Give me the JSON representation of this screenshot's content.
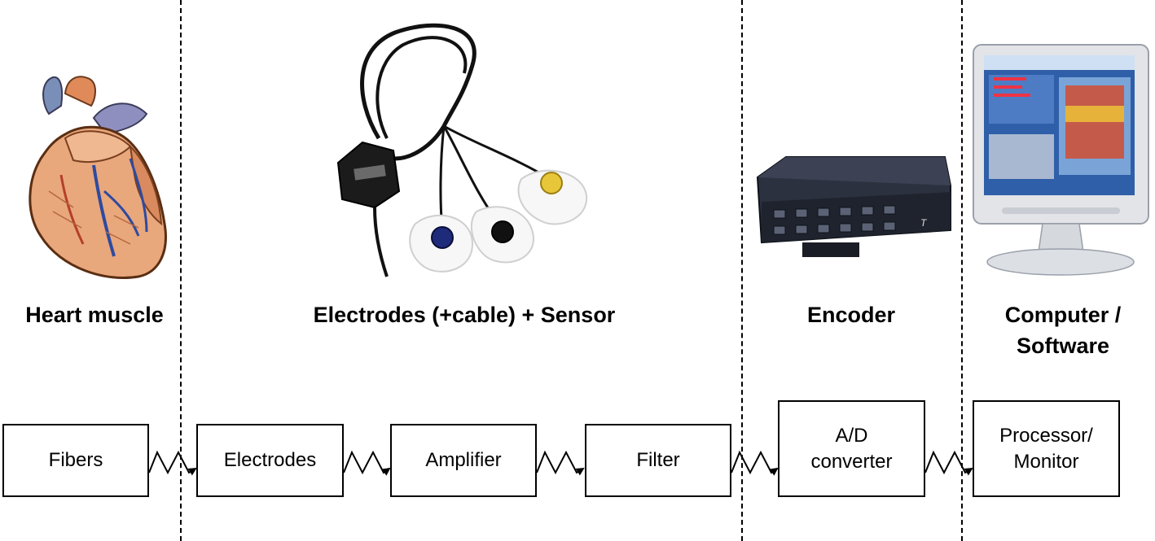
{
  "sections": [
    {
      "label": "Heart muscle"
    },
    {
      "label": "Electrodes (+cable) + Sensor"
    },
    {
      "label": "Encoder"
    },
    {
      "label_line1": "Computer /",
      "label_line2": "Software"
    }
  ],
  "blocks": [
    {
      "line1": "Fibers"
    },
    {
      "line1": "Electrodes"
    },
    {
      "line1": "Amplifier"
    },
    {
      "line1": "Filter"
    },
    {
      "line1": "A/D",
      "line2": "converter"
    },
    {
      "line1": "Processor/",
      "line2": "Monitor"
    }
  ],
  "illustrations": {
    "heart": "heart-illustration",
    "electrodes": "electrode-cable-illustration",
    "encoder": "encoder-device-illustration",
    "computer": "computer-monitor-illustration"
  }
}
